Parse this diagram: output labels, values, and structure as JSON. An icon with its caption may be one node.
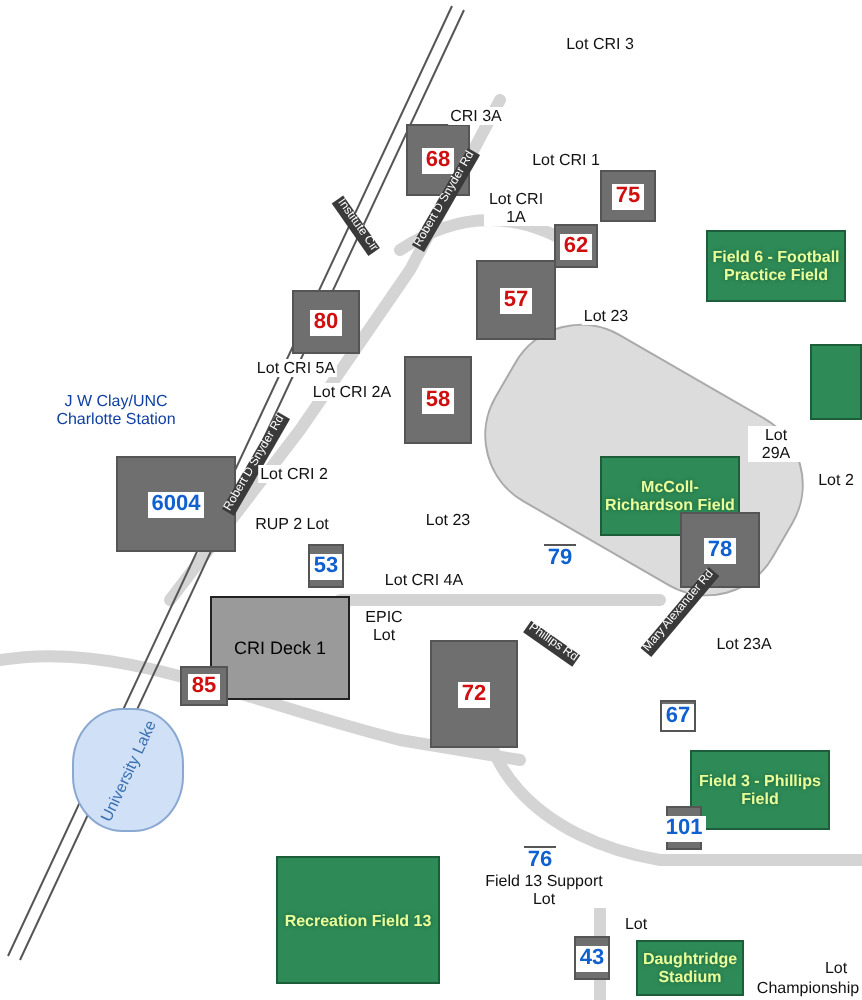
{
  "diagram": {
    "nodes": [
      {
        "text": [
          "68"
        ]
      },
      {
        "text": [
          "75"
        ]
      },
      {
        "text": [
          "62"
        ]
      },
      {
        "text": [
          "57"
        ]
      },
      {
        "text": [
          "80"
        ]
      },
      {
        "text": [
          "Field 6 - Football Practice Field"
        ]
      },
      {
        "text": [
          "58"
        ]
      },
      {
        "text": [],
        "shape": "box"
      },
      {
        "text": [
          "McColl-Richardson Field"
        ]
      },
      {
        "text": [
          "6004"
        ]
      },
      {
        "text": [
          "78"
        ]
      },
      {
        "text": [
          "79"
        ]
      },
      {
        "text": [
          "53"
        ]
      },
      {
        "text": [
          "CRI Deck 1"
        ]
      },
      {
        "text": [
          "72"
        ]
      },
      {
        "text": [
          "85"
        ]
      },
      {
        "text": [
          "67"
        ]
      },
      {
        "text": [
          "University Lake"
        ]
      },
      {
        "text": [
          "Field 3 - Phillips Field"
        ]
      },
      {
        "text": [
          "101"
        ]
      },
      {
        "text": [
          "76"
        ]
      },
      {
        "text": [
          "Recreation Field 13"
        ]
      },
      {
        "text": [
          "43"
        ]
      },
      {
        "text": [
          "Daughtridge Stadium"
        ]
      }
    ],
    "labels": [
      "Lot CRI 3",
      "CRI 3A",
      "Lot CRI 1",
      "Robert D Snyder Rd",
      "Lot CRI 1A",
      "Institute Cir",
      "Lot 23",
      "Lot CRI 5A",
      "Lot CRI 2A",
      "Lot 29A",
      "Lot 2",
      "J W Clay/UNC Charlotte Station",
      "Robert D Snyder Rd",
      "Lot CRI 2",
      "RUP 2 Lot",
      "Lot 23",
      "Lot CRI 4A",
      "EPIC Lot",
      "Phillips Rd",
      "Mary Alexander Rd",
      "Lot 23A",
      "Field 13 Support Lot",
      "Lot",
      "Lot",
      "Championship"
    ]
  }
}
